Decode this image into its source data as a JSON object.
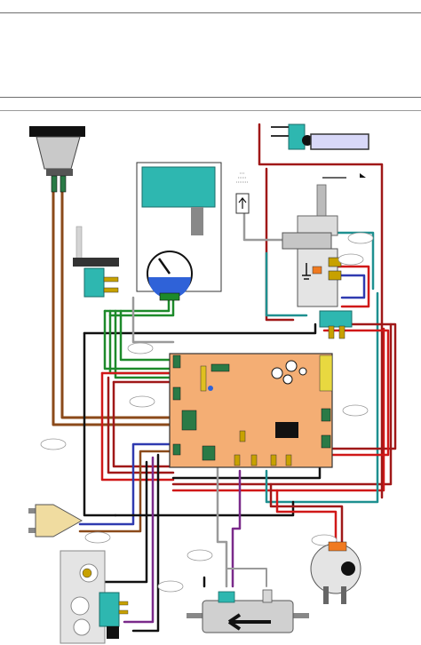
{
  "diagram": {
    "type": "wiring-schematic",
    "background": "#ffffff",
    "colors": {
      "brown": "#8b4a1a",
      "dark_red": "#a01818",
      "red": "#d01818",
      "green": "#1d8a2a",
      "teal": "#1e9090",
      "black": "#111111",
      "blue": "#2f3ab0",
      "purple": "#7a2a8a",
      "grey": "#9a9a9a",
      "board": "#f4ae74",
      "cyan_component": "#2eb7b0",
      "water_blue": "#2f62d8"
    },
    "components": [
      {
        "name": "top-funnel-switch",
        "icon": "funnel"
      },
      {
        "name": "level-sensor-panel",
        "icon": "cyan-panel"
      },
      {
        "name": "pressure-gauge",
        "icon": "gauge"
      },
      {
        "name": "microswitch-left",
        "icon": "cyan-switch"
      },
      {
        "name": "lamp-indicator",
        "icon": "lamp"
      },
      {
        "name": "thermoblock-valve-assembly",
        "icon": "valve"
      },
      {
        "name": "control-board",
        "icon": "pcb"
      },
      {
        "name": "power-plug",
        "icon": "plug"
      },
      {
        "name": "front-panel-switch",
        "icon": "panel"
      },
      {
        "name": "rotary-motor",
        "icon": "motor"
      },
      {
        "name": "pump-cylinder",
        "icon": "pump"
      }
    ]
  }
}
